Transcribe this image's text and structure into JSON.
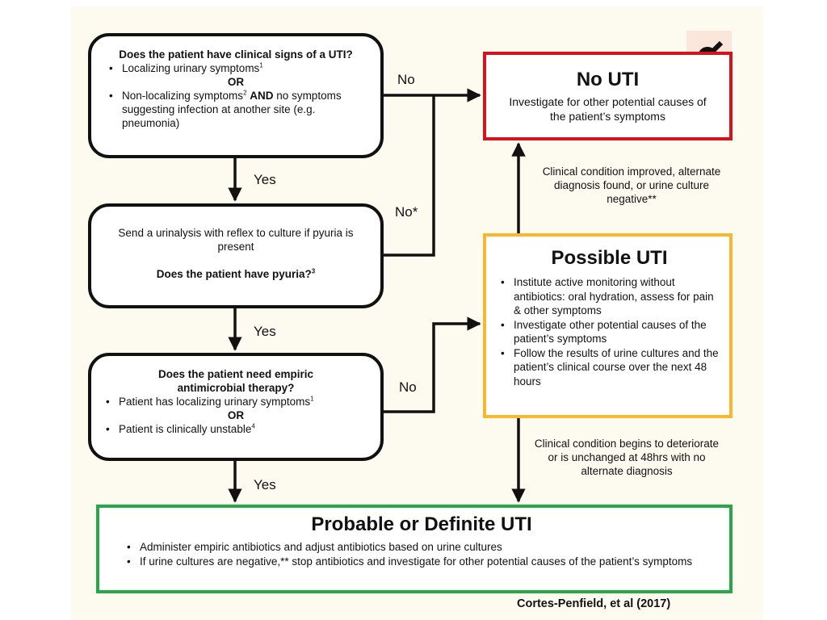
{
  "question1": {
    "title": "Does the patient have clinical signs of a UTI?",
    "item1": "Localizing urinary symptoms",
    "item1_sup": "1",
    "or": "OR",
    "item2_prefix": "Non-localizing symptoms",
    "item2_sup": "2",
    "item2_bold": "AND",
    "item2_suffix": "no symptoms suggesting infection at another site (e.g. pneumonia)"
  },
  "question2": {
    "text": "Send a urinalysis with reflex to culture if pyuria is present",
    "title": "Does the patient have pyuria?",
    "title_sup": "3"
  },
  "question3": {
    "title": "Does the patient need empiric antimicrobial therapy?",
    "item1": "Patient has localizing urinary symptoms",
    "item1_sup": "1",
    "or": "OR",
    "item2": "Patient is clinically unstable",
    "item2_sup": "4"
  },
  "no_uti": {
    "title": "No UTI",
    "text": "Investigate for other potential causes of the patient’s symptoms"
  },
  "possible_uti": {
    "title": "Possible UTI",
    "items": [
      "Institute active monitoring without antibiotics: oral hydration, assess for pain & other symptoms",
      "Investigate  other potential causes of the patient’s symptoms",
      "Follow the results of urine cultures and the patient’s clinical course over the next 48 hours"
    ]
  },
  "probable_uti": {
    "title": "Probable or Definite UTI",
    "item1": "Administer empiric antibiotics and adjust antibiotics based on urine cultures",
    "item2": "If urine cultures are negative,** stop antibiotics and investigate for other potential causes of the patient’s symptoms"
  },
  "labels": {
    "no1": "No",
    "no2": "No*",
    "no3": "No",
    "yes1": "Yes",
    "yes2": "Yes",
    "yes3": "Yes"
  },
  "notes": {
    "improved": "Clinical condition improved, alternate diagnosis found, or urine culture negative**",
    "deteriorate": "Clinical condition begins to deteriorate or is unchanged at 48hrs with no alternate diagnosis"
  },
  "citation": "Cortes-Penfield, et al (2017)",
  "colors": {
    "no_uti_border": "#d3141c",
    "possible_uti_border": "#f7b731",
    "probable_uti_border": "#27a745"
  }
}
